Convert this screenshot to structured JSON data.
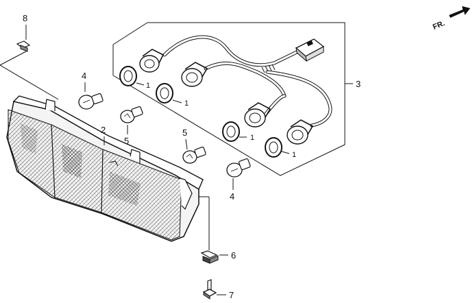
{
  "direction_indicator": {
    "label": "FR."
  },
  "callouts": {
    "screw_top": "8",
    "bulb_left_upper": "4",
    "bulb_left_lower": "5",
    "lens": "2",
    "harness": "3",
    "bulb_mid": "5",
    "bulb_right": "4",
    "clip_nut": "6",
    "screw_bottom": "7",
    "gasket_1": "1",
    "gasket_2": "1",
    "gasket_3": "1",
    "gasket_4": "1"
  }
}
